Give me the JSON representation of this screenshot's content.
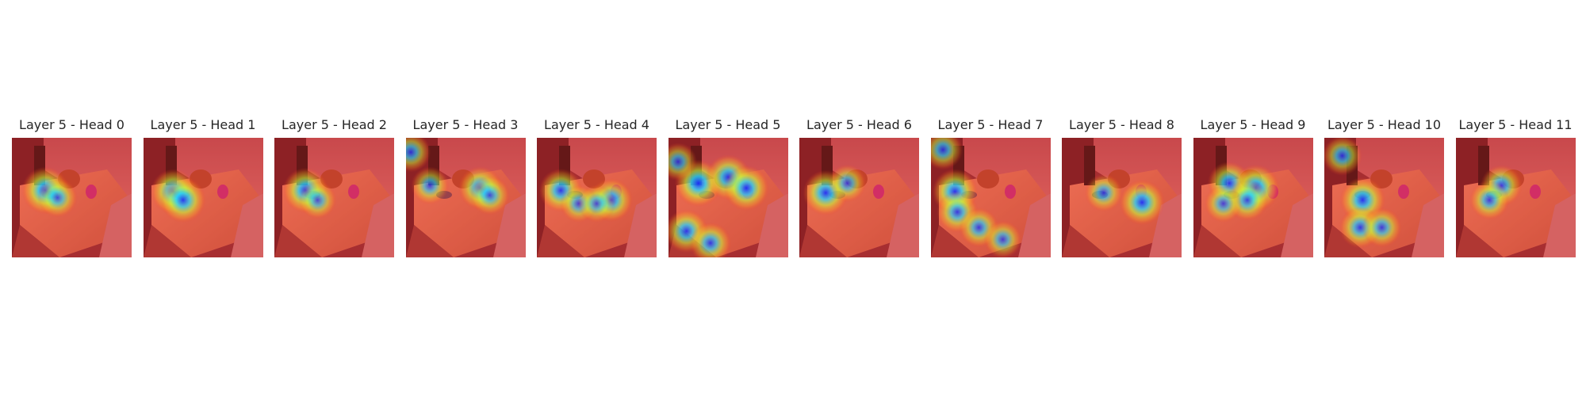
{
  "figure": {
    "panels": [
      {
        "title": "Layer 5 - Head 0",
        "image": "attention-heatmap-overlay",
        "hotspots": [
          [
            0.28,
            0.44,
            1
          ],
          [
            0.38,
            0.5,
            0.6
          ]
        ]
      },
      {
        "title": "Layer 5 - Head 1",
        "image": "attention-heatmap-overlay",
        "hotspots": [
          [
            0.25,
            0.45,
            0.9
          ],
          [
            0.33,
            0.52,
            0.9
          ]
        ]
      },
      {
        "title": "Layer 5 - Head 2",
        "image": "attention-heatmap-overlay",
        "hotspots": [
          [
            0.26,
            0.44,
            0.9
          ],
          [
            0.36,
            0.52,
            0.5
          ]
        ]
      },
      {
        "title": "Layer 5 - Head 3",
        "image": "attention-heatmap-overlay",
        "hotspots": [
          [
            0.04,
            0.12,
            0.6
          ],
          [
            0.62,
            0.42,
            0.8
          ],
          [
            0.7,
            0.48,
            0.6
          ],
          [
            0.2,
            0.4,
            0.5
          ]
        ]
      },
      {
        "title": "Layer 5 - Head 4",
        "image": "attention-heatmap-overlay",
        "hotspots": [
          [
            0.2,
            0.44,
            0.8
          ],
          [
            0.62,
            0.52,
            0.8
          ],
          [
            0.35,
            0.55,
            0.5
          ],
          [
            0.5,
            0.55,
            0.5
          ]
        ]
      },
      {
        "title": "Layer 5 - Head 5",
        "image": "attention-heatmap-overlay",
        "hotspots": [
          [
            0.25,
            0.38,
            1
          ],
          [
            0.5,
            0.33,
            0.9
          ],
          [
            0.65,
            0.42,
            0.9
          ],
          [
            0.15,
            0.78,
            0.8
          ],
          [
            0.35,
            0.88,
            0.7
          ],
          [
            0.08,
            0.2,
            0.5
          ]
        ]
      },
      {
        "title": "Layer 5 - Head 6",
        "image": "attention-heatmap-overlay",
        "hotspots": [
          [
            0.22,
            0.46,
            0.9
          ],
          [
            0.4,
            0.38,
            0.5
          ]
        ]
      },
      {
        "title": "Layer 5 - Head 7",
        "image": "attention-heatmap-overlay",
        "hotspots": [
          [
            0.1,
            0.1,
            0.6
          ],
          [
            0.2,
            0.45,
            0.9
          ],
          [
            0.22,
            0.62,
            0.7
          ],
          [
            0.4,
            0.75,
            0.6
          ],
          [
            0.6,
            0.85,
            0.5
          ]
        ]
      },
      {
        "title": "Layer 5 - Head 8",
        "image": "attention-heatmap-overlay",
        "hotspots": [
          [
            0.67,
            0.54,
            0.9
          ],
          [
            0.35,
            0.46,
            0.5
          ]
        ]
      },
      {
        "title": "Layer 5 - Head 9",
        "image": "attention-heatmap-overlay",
        "hotspots": [
          [
            0.3,
            0.38,
            0.8
          ],
          [
            0.52,
            0.42,
            1
          ],
          [
            0.45,
            0.52,
            0.7
          ],
          [
            0.25,
            0.55,
            0.5
          ]
        ]
      },
      {
        "title": "Layer 5 - Head 10",
        "image": "attention-heatmap-overlay",
        "hotspots": [
          [
            0.15,
            0.15,
            0.6
          ],
          [
            0.32,
            0.52,
            0.9
          ],
          [
            0.3,
            0.75,
            0.7
          ],
          [
            0.48,
            0.75,
            0.6
          ]
        ]
      },
      {
        "title": "Layer 5 - Head 11",
        "image": "attention-heatmap-overlay",
        "hotspots": [
          [
            0.38,
            0.4,
            0.7
          ],
          [
            0.28,
            0.52,
            0.6
          ]
        ]
      }
    ]
  }
}
